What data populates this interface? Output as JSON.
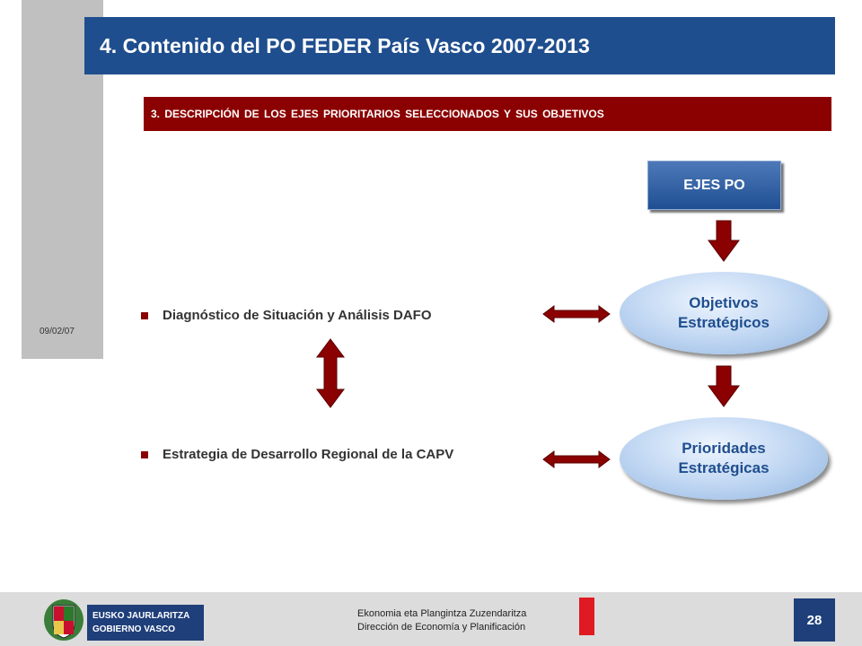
{
  "slide": {
    "title": "4. Contenido del PO FEDER País Vasco 2007-2013",
    "date": "09/02/07",
    "section": "3.  DESCRIPCIÓN DE LOS EJES PRIORITARIOS SELECCIONADOS Y SUS OBJETIVOS",
    "ejes_box": "EJES PO",
    "ellipse_top": {
      "line1": "Objetivos",
      "line2": "Estratégicos"
    },
    "ellipse_bottom": {
      "line1": "Prioridades",
      "line2": "Estratégicas"
    },
    "bullets": [
      "Diagnóstico de Situación y Análisis DAFO",
      "Estrategia de Desarrollo Regional de la CAPV"
    ]
  },
  "footer": {
    "logo_line1": "EUSKO JAURLARITZA",
    "logo_line2": "GOBIERNO VASCO",
    "org_line1": "Ekonomia eta Plangintza Zuzendaritza",
    "org_line2": "Dirección de Economía y Planificación",
    "page_number": "28"
  },
  "colors": {
    "title_bg": "#1f4e8e",
    "section_bg": "#8b0000",
    "arrow": "#8b0000",
    "accent_red": "#e01a22"
  }
}
